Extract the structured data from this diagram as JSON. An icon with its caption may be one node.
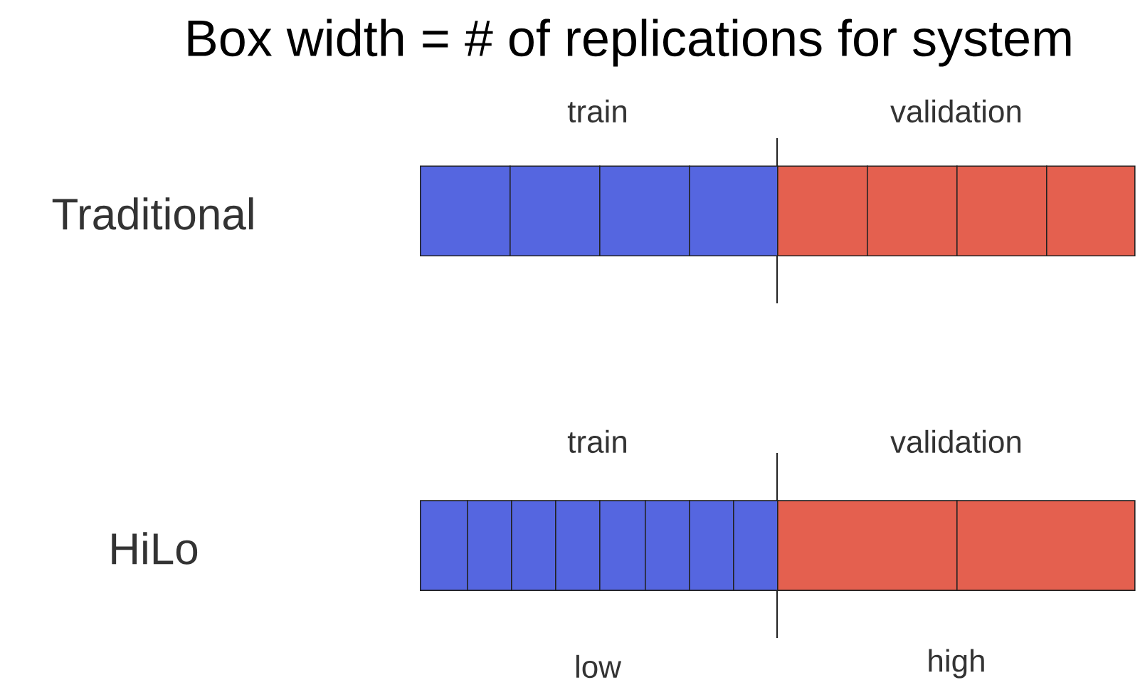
{
  "diagram": {
    "title": "Box width = # of replications for system",
    "nodes": [
      {
        "text": [],
        "shape": "box"
      },
      {
        "text": [],
        "shape": "box"
      },
      {
        "text": [],
        "shape": "box"
      },
      {
        "text": [],
        "shape": "box"
      },
      {
        "text": [],
        "shape": "box"
      },
      {
        "text": [],
        "shape": "box"
      },
      {
        "text": [],
        "shape": "box"
      },
      {
        "text": [],
        "shape": "box"
      },
      {
        "text": [],
        "shape": "box"
      },
      {
        "text": [],
        "shape": "box"
      },
      {
        "text": [],
        "shape": "box"
      },
      {
        "text": [],
        "shape": "box"
      },
      {
        "text": [],
        "shape": "box"
      },
      {
        "text": [],
        "shape": "box"
      },
      {
        "text": [],
        "shape": "box"
      },
      {
        "text": [],
        "shape": "box"
      },
      {
        "text": [],
        "shape": "box"
      },
      {
        "text": [],
        "shape": "box"
      }
    ],
    "labels": [
      "train",
      "validation",
      "Traditional",
      "train",
      "validation",
      "HiLo",
      "low",
      "high"
    ]
  }
}
